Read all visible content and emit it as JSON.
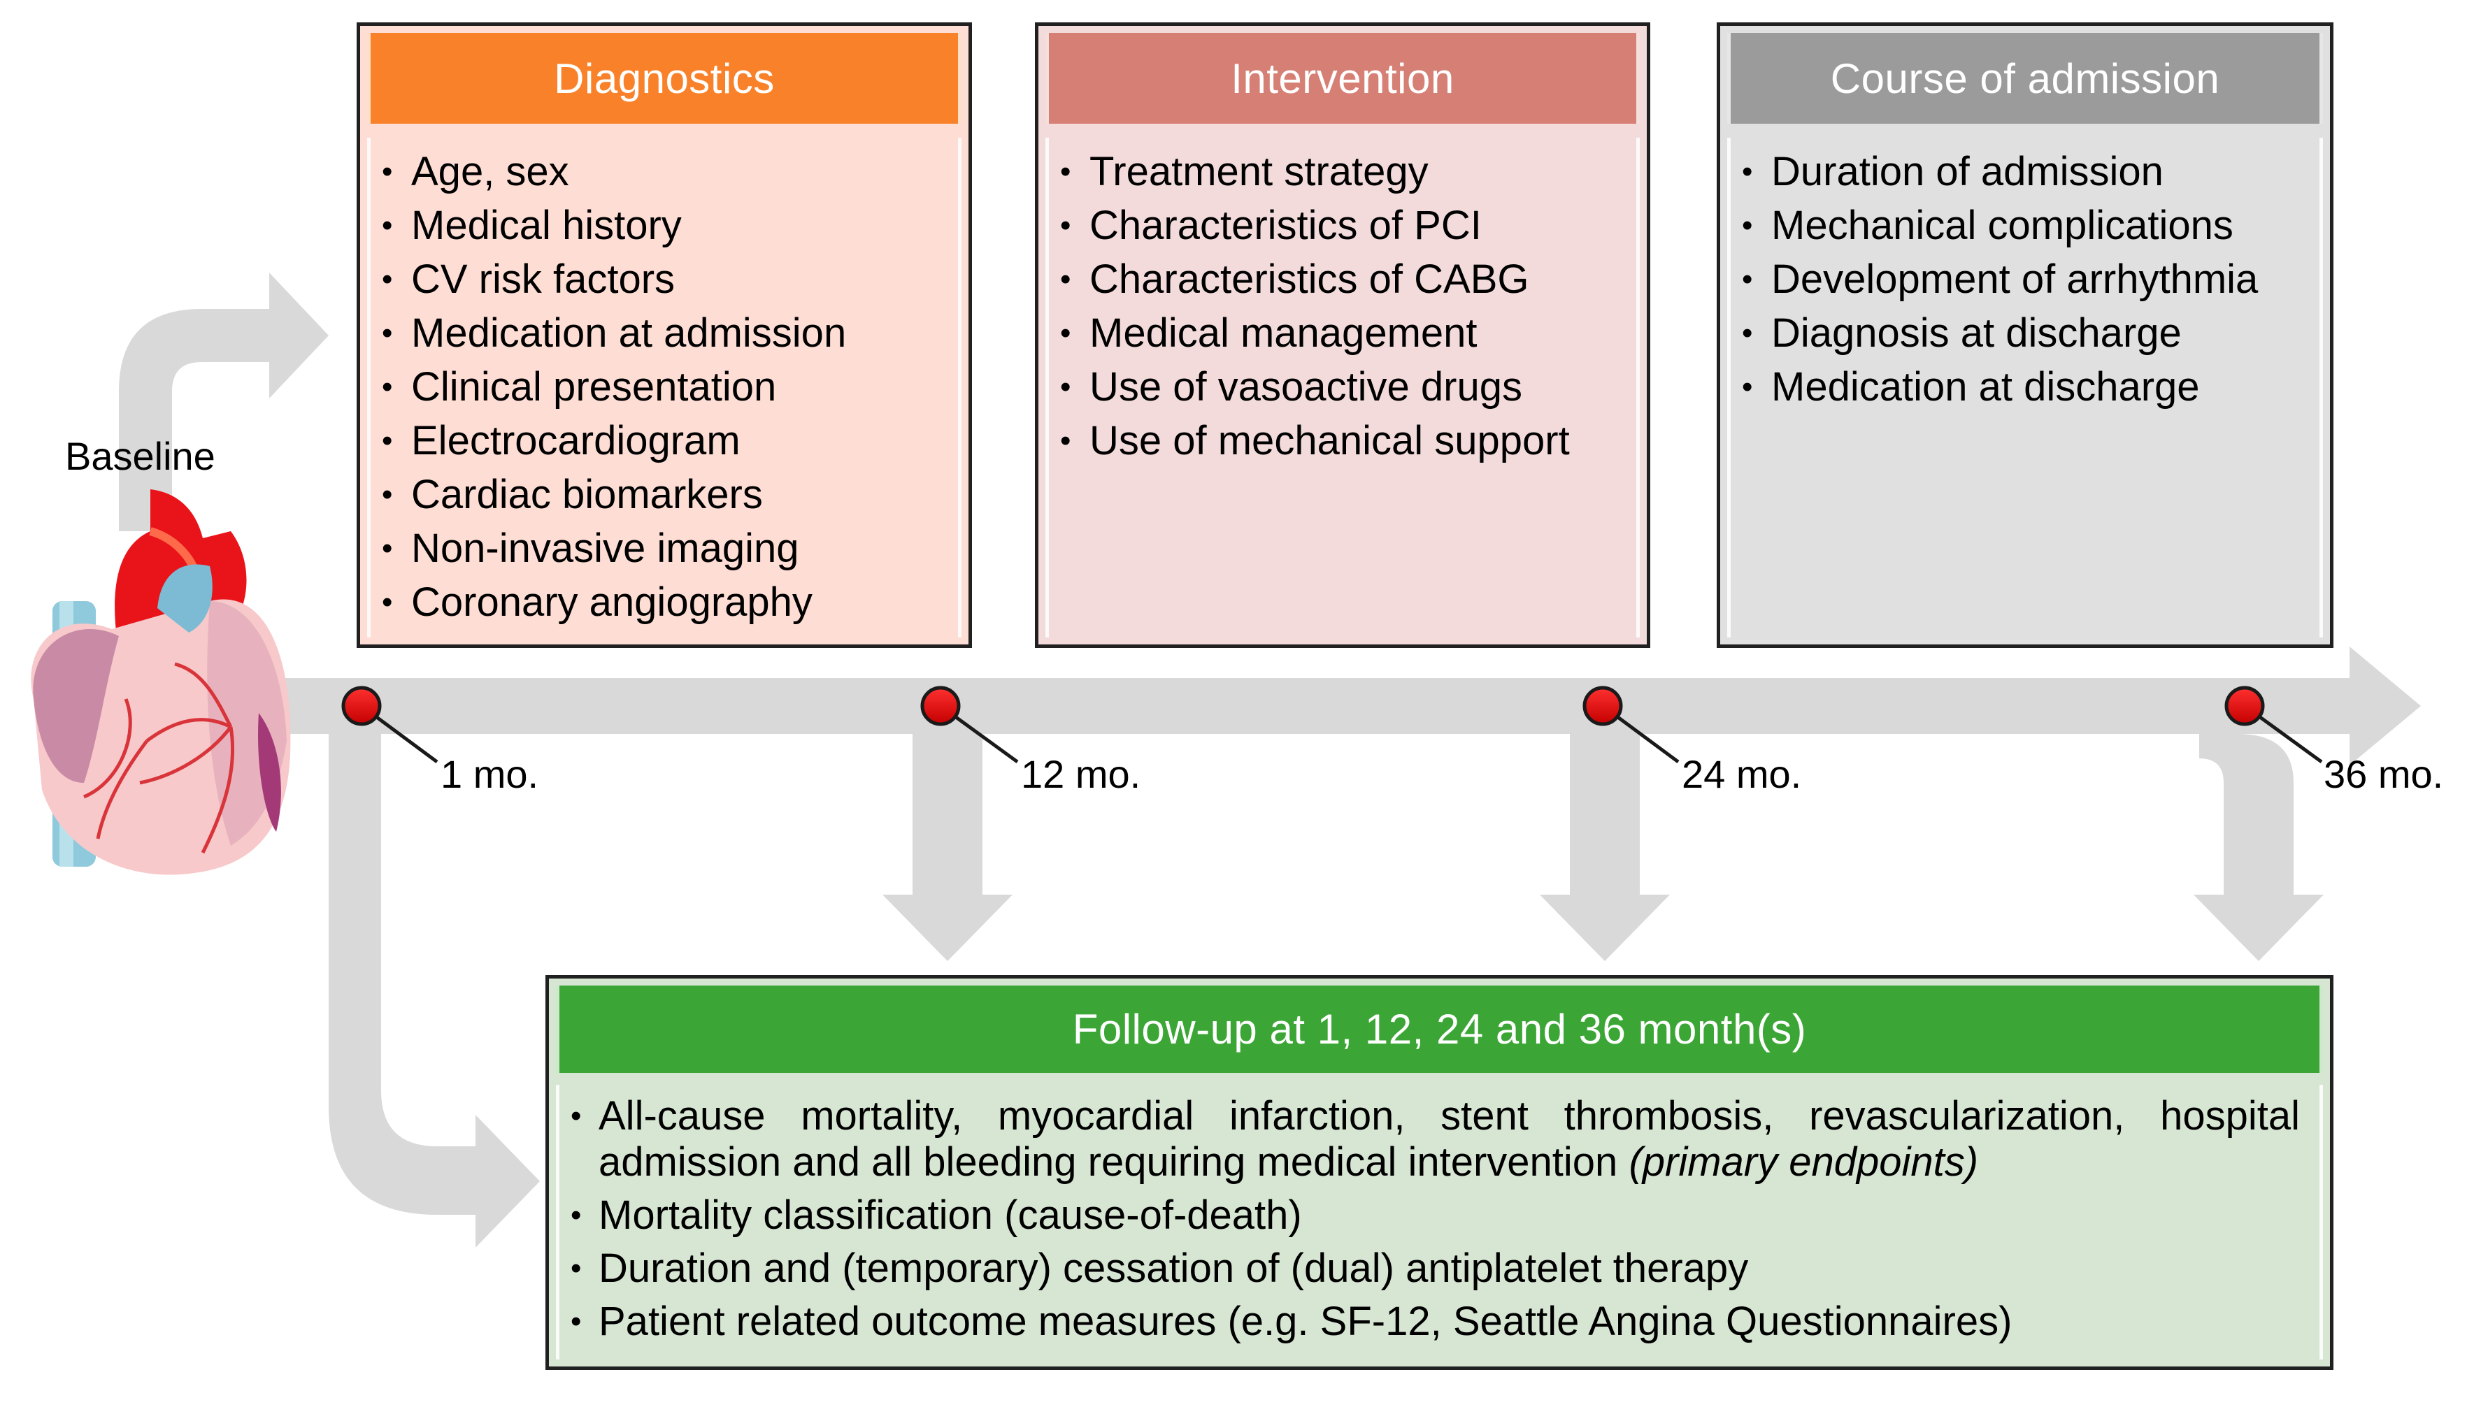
{
  "baseline_label": "Baseline",
  "timepoints": [
    "1 mo.",
    "12 mo.",
    "24 mo.",
    "36 mo."
  ],
  "diagnostics": {
    "title": "Diagnostics",
    "items": [
      "Age, sex",
      "Medical history",
      "CV risk factors",
      "Medication at admission",
      "Clinical presentation",
      "Electrocardiogram",
      "Cardiac biomarkers",
      "Non-invasive imaging",
      "Coronary angiography"
    ]
  },
  "intervention": {
    "title": "Intervention",
    "items": [
      "Treatment strategy",
      "Characteristics of PCI",
      "Characteristics of CABG",
      "Medical management",
      "Use of vasoactive drugs",
      "Use of mechanical support"
    ]
  },
  "course": {
    "title": "Course of admission",
    "items": [
      "Duration of admission",
      "Mechanical complications",
      "Development of arrhythmia",
      "Diagnosis at discharge",
      "Medication at discharge"
    ]
  },
  "followup": {
    "title": "Follow-up at 1, 12, 24 and 36 month(s)",
    "item1_text": "All-cause mortality, myocardial infarction, stent thrombosis, revascularization, hospital admission and all bleeding requiring medical intervention",
    "item1_emph": "(primary endpoints)",
    "items": [
      "Mortality classification (cause-of-death)",
      "Duration and (temporary) cessation of (dual) antiplatelet therapy",
      "Patient related outcome measures (e.g. SF-12, Seattle Angina Questionnaires)"
    ]
  },
  "colors": {
    "diagnostics_header": "#f98129",
    "diagnostics_body": "#fdddd4",
    "intervention_header": "#d67f75",
    "intervention_body": "#f3dbdb",
    "course_header": "#9b9b9b",
    "course_body": "#e0e0e0",
    "followup_header": "#3ba635",
    "followup_body": "#d6e6d3",
    "arrow": "#d9d9d9",
    "marker": "#e0101a"
  }
}
